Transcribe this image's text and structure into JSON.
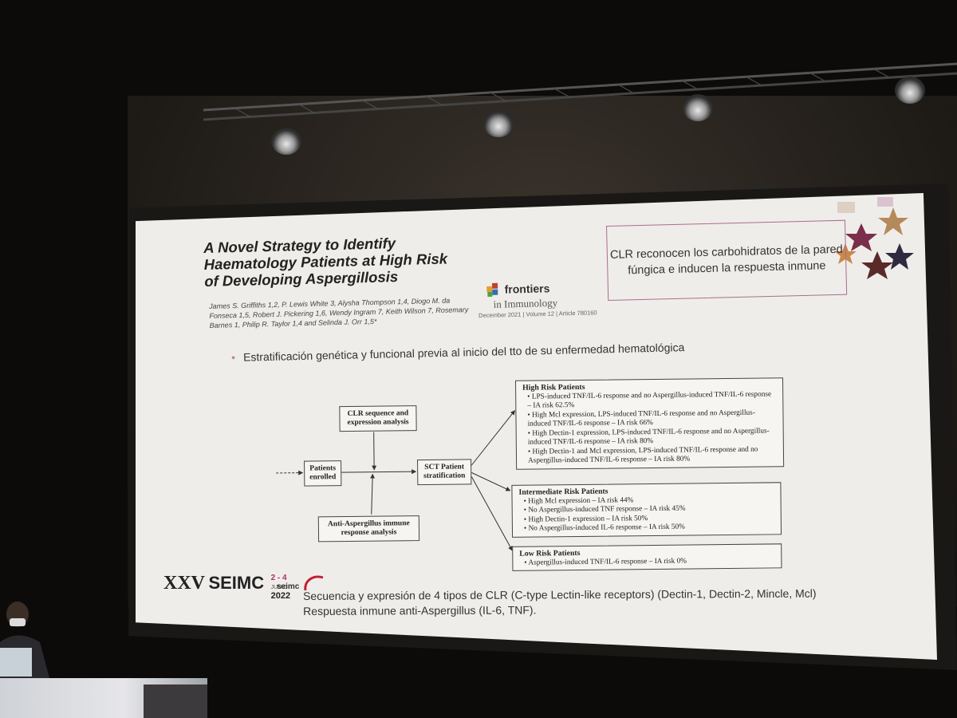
{
  "slide": {
    "title_lines": [
      "A Novel Strategy to Identify",
      "Haematology Patients at High Risk",
      "of Developing Aspergillosis"
    ],
    "authors": "James S. Griffiths 1,2, P. Lewis White 3, Alysha Thompson 1,4, Diogo M. da Fonseca 1,5, Robert J. Pickering 1,6, Wendy Ingram 7, Keith Wilson 7, Rosemary Barnes 1, Philip R. Taylor 1,4 and Selinda J. Orr 1,5*",
    "journal_line1": "frontiers",
    "journal_line2": "in Immunology",
    "journal_meta": "December 2021 | Volume 12 | Article 780160",
    "callout": "CLR reconocen los carbohidratos de la pared fúngica e inducen la respuesta inmune",
    "bullet": "Estratificación genética y funcional previa al inicio del tto de su enfermedad hematológica",
    "bottom_line1": "Secuencia y expresión de 4 tipos de CLR (C-type Lectin-like receptors) (Dectin-1, Dectin-2, Mincle, Mcl)",
    "bottom_line2": "Respuesta inmune anti-Aspergillus  (IL-6, TNF).",
    "congress": {
      "roman": "XXV",
      "name": "SEIMC",
      "dates": "2 - 4",
      "month": "JUNIO",
      "year": "2022",
      "logo_text": "seimc"
    }
  },
  "diagram": {
    "clr_box": "CLR sequence and expression analysis",
    "patients_box": "Patients enrolled",
    "anti_box": "Anti-Aspergillus immune response analysis",
    "sct_box": "SCT Patient stratification",
    "high": {
      "header": "High Risk Patients",
      "items": [
        "LPS-induced TNF/IL-6 response and no Aspergillus-induced TNF/IL-6 response – IA risk 62.5%",
        "High Mcl expression, LPS-induced TNF/IL-6 response and no Aspergillus-induced TNF/IL-6 response – IA risk 66%",
        "High Dectin-1 expression, LPS-induced TNF/IL-6 response and no Aspergillus-induced TNF/IL-6 response – IA risk 80%",
        "High Dectin-1 and Mcl expression, LPS-induced TNF/IL-6 response and no Aspergillus-induced TNF/IL-6 response – IA risk 80%"
      ]
    },
    "intermediate": {
      "header": "Intermediate Risk Patients",
      "items": [
        "High Mcl expression – IA risk 44%",
        "No Aspergillus-induced TNF response – IA risk 45%",
        "High Dectin-1 expression – IA risk 50%",
        "No Aspergillus-induced IL-6 response – IA risk 50%"
      ]
    },
    "low": {
      "header": "Low Risk Patients",
      "items": [
        "Aspergillus-induced TNF/IL-6 response – IA risk 0%"
      ]
    }
  },
  "colors": {
    "accent": "#c07fb0",
    "screen": "#efedea",
    "background": "#0c0b0a"
  }
}
